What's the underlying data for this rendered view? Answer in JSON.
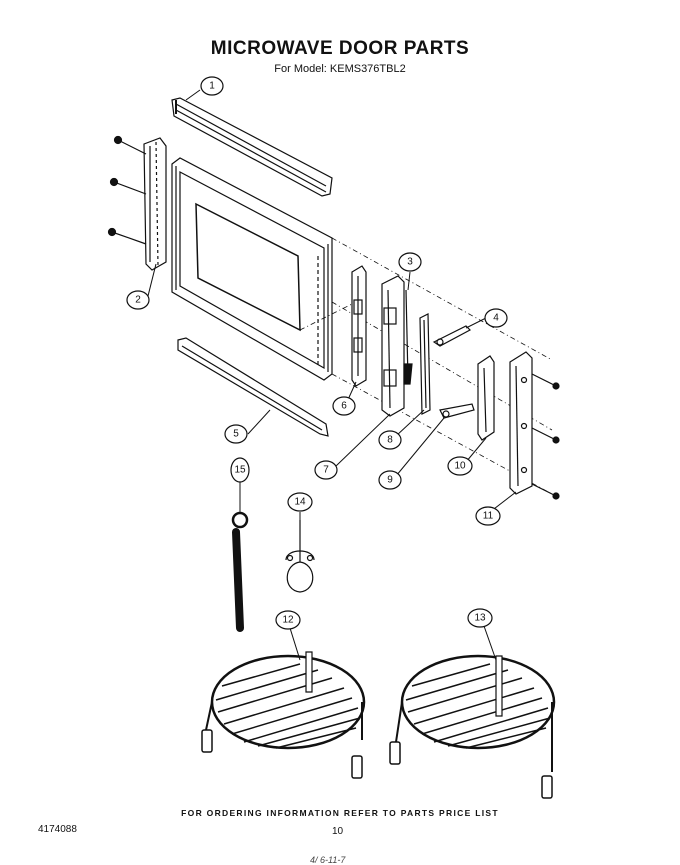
{
  "title": "MICROWAVE DOOR PARTS",
  "subtitle": "For Model: KEMS376TBL2",
  "footer_note": "FOR ORDERING INFORMATION REFER TO PARTS PRICE LIST",
  "doc_number": "4174088",
  "page_number": "10",
  "hand_note": "4/ 6-11-7",
  "callouts": [
    "1",
    "2",
    "3",
    "4",
    "5",
    "6",
    "7",
    "8",
    "9",
    "10",
    "11",
    "12",
    "13",
    "14",
    "15"
  ]
}
